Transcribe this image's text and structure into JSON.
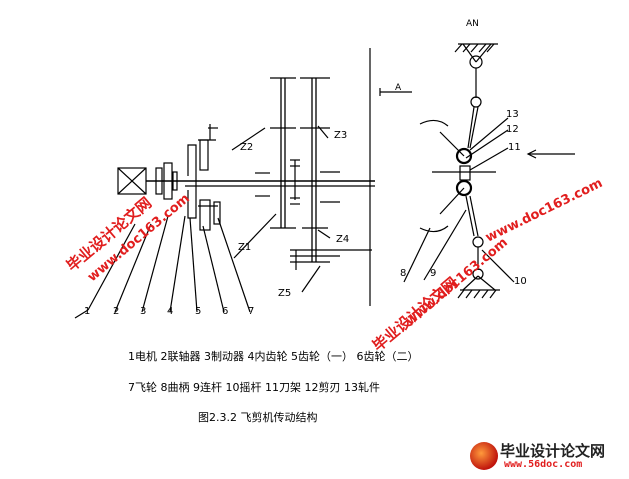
{
  "labels": {
    "A_top": "AN",
    "A_right": "A",
    "z2": "Z2",
    "z3": "Z3",
    "z1": "Z1",
    "z4": "Z4",
    "z5": "Z5",
    "n1": "1",
    "n2": "2",
    "n3": "3",
    "n4": "4",
    "n5": "5",
    "n6": "6",
    "n7": "7",
    "n8": "8",
    "n9": "9",
    "n10": "10",
    "n11": "11",
    "n12": "12",
    "n13": "13"
  },
  "legend": {
    "line1": "1电机   2联轴器   3制动器   4内齿轮   5齿轮（一）   6齿轮（二）",
    "line2": "7飞轮  8曲柄  9连杆  10摇杆  11刀架  12剪刃  13轧件"
  },
  "caption": "图2.3.2  飞剪机传动结构",
  "watermarks": {
    "w1_title": "毕业设计论文网",
    "w1_url": "www.doc163.com",
    "w2_title": "毕业设计论文网",
    "w2_url": "www.doc163.com",
    "w3_url": "www.doc163.com"
  },
  "brand": {
    "title": "毕业设计论文网",
    "url": "www.56doc.com"
  },
  "colors": {
    "watermark": "#e11e1e",
    "line": "#000000"
  }
}
